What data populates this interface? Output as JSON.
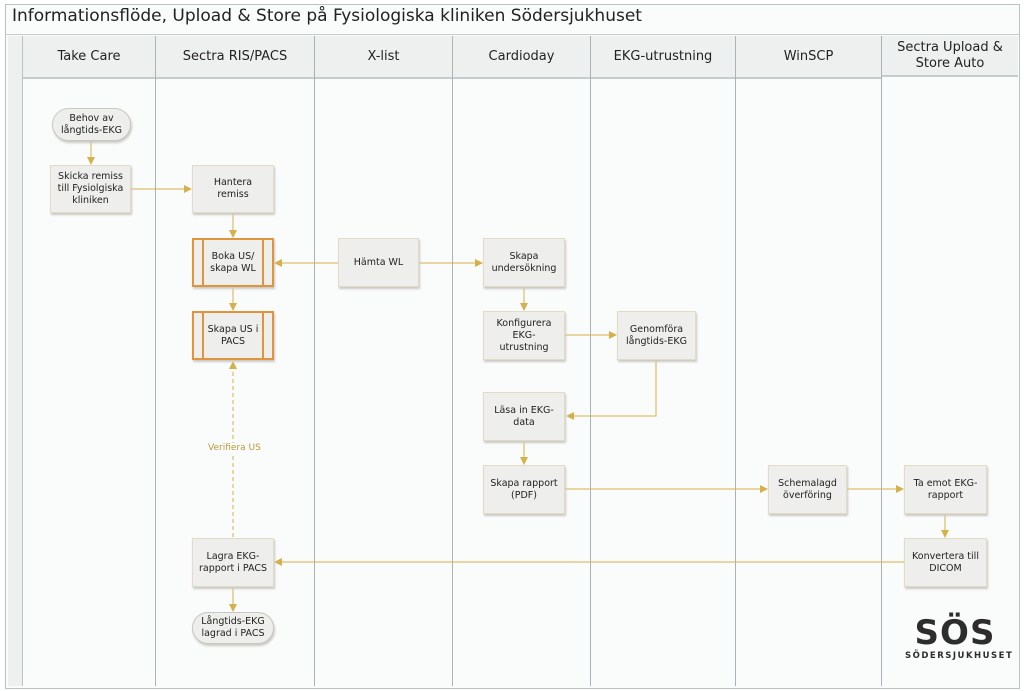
{
  "title": "Informationsflöde, Upload & Store på Fysiologiska kliniken Södersjukhuset",
  "lanes": [
    "Take Care",
    "Sectra RIS/PACS",
    "X-list",
    "Cardioday",
    "EKG-utrustning",
    "WinSCP",
    "Sectra Upload & Store Auto"
  ],
  "nodes": {
    "behov": "Behov av långtids-EKG",
    "skicka": "Skicka remiss till Fysiolgiska kliniken",
    "hantera": "Hantera remiss",
    "boka": "Boka US/ skapa WL",
    "skapa_us": "Skapa US i PACS",
    "hamta": "Hämta WL",
    "skapa_und": "Skapa undersökning",
    "konfig": "Konfigurera EKG-utrustning",
    "genomfora": "Genomföra långtids-EKG",
    "lasa": "Läsa in EKG-data",
    "rapport": "Skapa rapport (PDF)",
    "schema": "Schemalagd överföring",
    "taemot": "Ta emot EKG-rapport",
    "konvertera": "Konvertera till DICOM",
    "lagra": "Lagra EKG-rapport i PACS",
    "lagrad": "Långtids-EKG lagrad i PACS"
  },
  "edge_labels": {
    "verifiera": "Verifiera US"
  },
  "logo": {
    "mark": "SÖS",
    "text": "SÖDERSJUKHUSET"
  },
  "colors": {
    "arrow": "#d4b14a",
    "subprocess": "#e0953d"
  }
}
